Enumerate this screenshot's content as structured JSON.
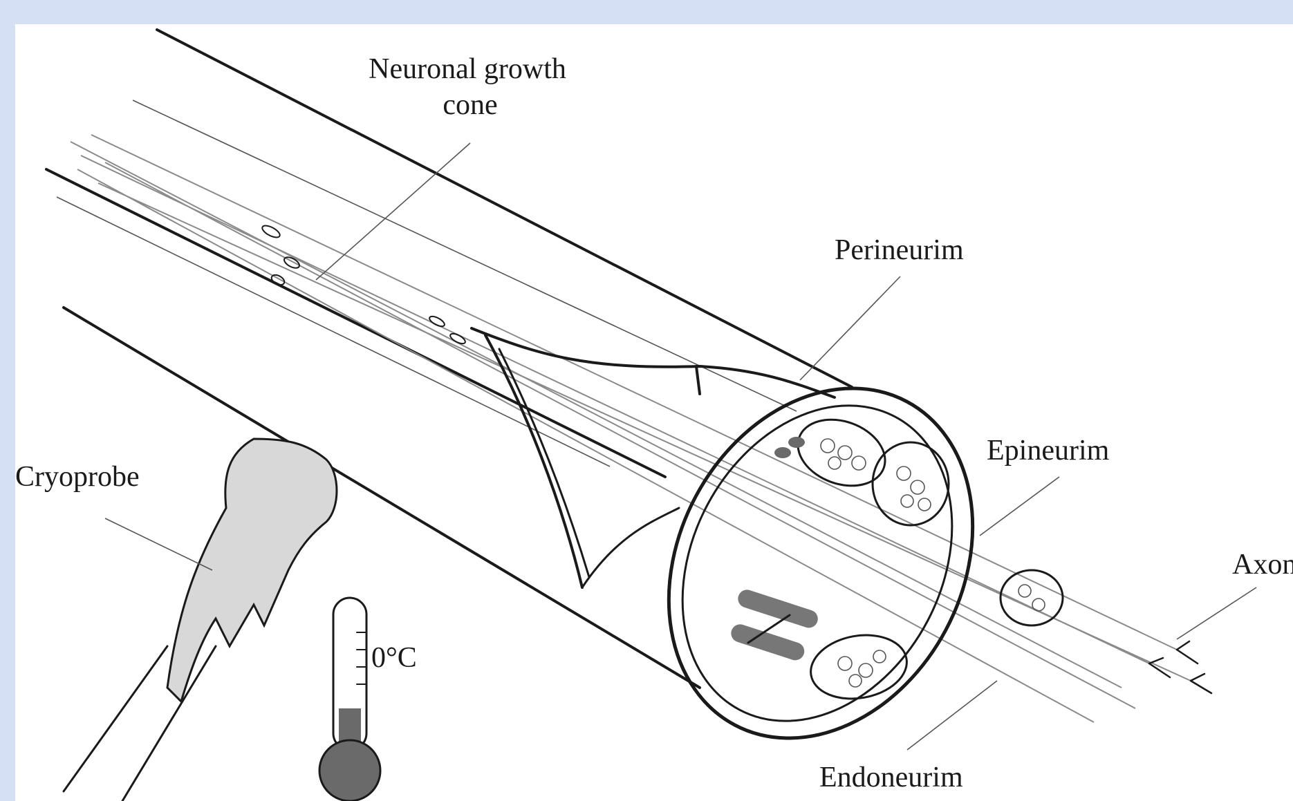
{
  "colors": {
    "frame_background": "#d6e0f4",
    "paper": "#ffffff",
    "ink": "#1a1a1a",
    "probe_fill": "#d8d8d8",
    "bulb_fill": "#6a6a6a"
  },
  "labels": {
    "growth_cone_line1": "Neuronal growth",
    "growth_cone_line2": "cone",
    "perineurium": "Perineurim",
    "epineurium": "Epineurim",
    "cryoprobe": "Cryoprobe",
    "axon": "Axon",
    "temperature": "0°C",
    "endoneurium": "Endoneurim"
  },
  "icons": {
    "thermometer": "thermometer-icon",
    "cryoprobe": "cryoprobe-drawing"
  }
}
